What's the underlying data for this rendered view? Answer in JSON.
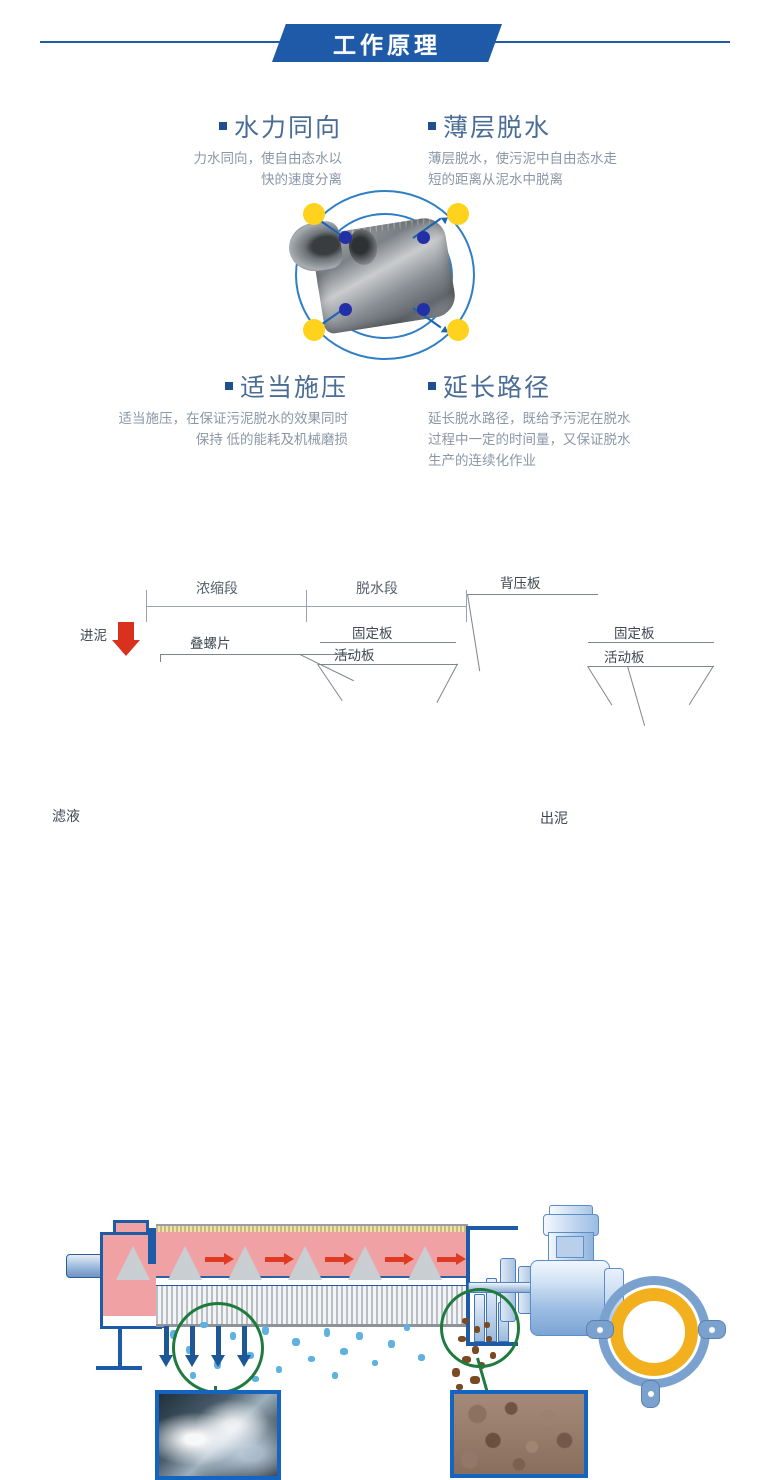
{
  "header": {
    "title": "工作原理"
  },
  "features": [
    {
      "id": "hydraulic-codirection",
      "title": "水力同向",
      "desc": "力水同向，使自由态水以\n快的速度分离",
      "align": "right"
    },
    {
      "id": "thin-layer-dewatering",
      "title": "薄层脱水",
      "desc": "薄层脱水，使污泥中自由态水走\n短的距离从泥水中脱离",
      "align": "left"
    },
    {
      "id": "moderate-pressure",
      "title": "适当施压",
      "desc": "适当施压，在保证污泥脱水的效果同时\n保持  低的能耗及机械磨损",
      "align": "right"
    },
    {
      "id": "extended-path",
      "title": "延长路径",
      "desc": "延长脱水路径，既给予污泥在脱水\n过程中一定的时间量，又保证脱水\n生产的连续化作业",
      "align": "left"
    }
  ],
  "diagram": {
    "zones": [
      {
        "id": "thickening",
        "label": "浓缩段"
      },
      {
        "id": "dewatering",
        "label": "脱水段"
      }
    ],
    "parts": [
      {
        "id": "sludge-inlet",
        "label": "进泥"
      },
      {
        "id": "screw-plates",
        "label": "叠螺片"
      },
      {
        "id": "fixed-plate-left",
        "label": "固定板"
      },
      {
        "id": "movable-plate-left",
        "label": "活动板"
      },
      {
        "id": "back-pressure-plate",
        "label": "背压板"
      },
      {
        "id": "fixed-plate-right",
        "label": "固定板"
      },
      {
        "id": "movable-plate-right",
        "label": "活动板"
      },
      {
        "id": "filtrate",
        "label": "滤液"
      },
      {
        "id": "sludge-outlet",
        "label": "出泥"
      }
    ]
  },
  "colors": {
    "brand_blue": "#1e5aa8",
    "title_blue": "#4a6d96",
    "body_gray": "#8b97a6",
    "accent_yellow": "#ffd21e",
    "accent_navy": "#2230a8",
    "chamber_pink": "#efa1a3",
    "flow_red": "#e03b22",
    "callout_green": "#1f7a3d",
    "ring_yellow": "#f2b01e"
  }
}
